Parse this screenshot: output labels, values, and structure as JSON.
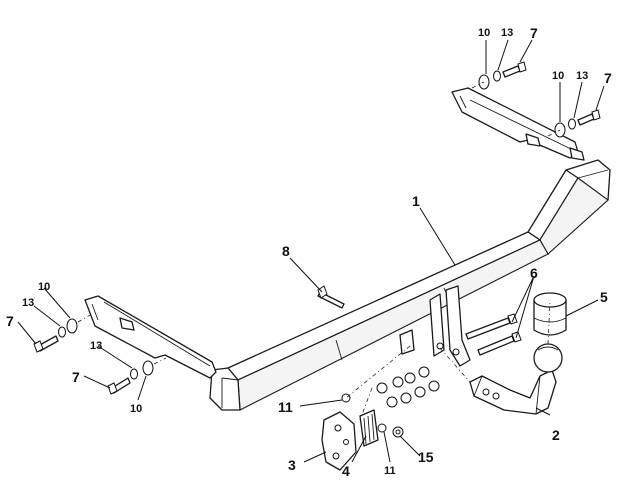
{
  "callouts": {
    "c1": "1",
    "c2": "2",
    "c3": "3",
    "c4": "4",
    "c5": "5",
    "c6": "6",
    "c7a": "7",
    "c7b": "7",
    "c7c": "7",
    "c7d": "7",
    "c8": "8",
    "c10a": "10",
    "c10b": "10",
    "c10c": "10",
    "c10d": "10",
    "c11a": "11",
    "c11b": "11",
    "c13a": "13",
    "c13b": "13",
    "c13c": "13",
    "c13d": "13",
    "c15": "15"
  }
}
